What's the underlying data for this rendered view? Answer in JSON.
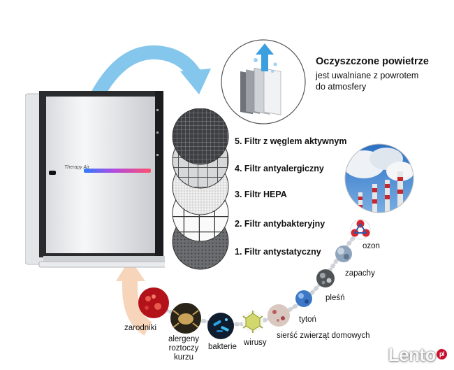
{
  "device": {
    "brand": "Therapy Air"
  },
  "output": {
    "title": "Oczyszczone powietrze",
    "line1": "jest uwalniane z powrotem",
    "line2": "do atmosfery"
  },
  "filters": [
    {
      "label": "5. Filtr z węglem aktywnym"
    },
    {
      "label": "4. Filtr antyalergiczny"
    },
    {
      "label": "3. Filtr HEPA"
    },
    {
      "label": "2. Filtr antybakteryjny"
    },
    {
      "label": "1. Filtr antystatyczny"
    }
  ],
  "pollutants": [
    {
      "label": "ozon",
      "icon": "ozone-molecule-icon"
    },
    {
      "label": "zapachy",
      "icon": "odor-icon"
    },
    {
      "label": "pleśń",
      "icon": "mold-icon"
    },
    {
      "label": "tytoń",
      "icon": "tobacco-icon"
    },
    {
      "label": "sierść zwierząt domowych",
      "icon": "pet-hair-icon"
    },
    {
      "label": "wirusy",
      "icon": "virus-icon"
    },
    {
      "label": "bakterie",
      "icon": "bacteria-icon"
    },
    {
      "label": "alergeny roztoczy kurzu",
      "label_lines": [
        "alergeny",
        "roztoczy",
        "kurzu"
      ],
      "icon": "dust-mite-icon"
    },
    {
      "label": "zarodniki",
      "icon": "spores-icon"
    }
  ],
  "colors": {
    "arrow_top": "#7ec2ea",
    "arrow_bottom": "#f6d2b6",
    "bar_start": "#3a8cff",
    "bar_end": "#ff4f7a"
  },
  "watermark": {
    "text": "Lento",
    "suffix": "pl"
  }
}
